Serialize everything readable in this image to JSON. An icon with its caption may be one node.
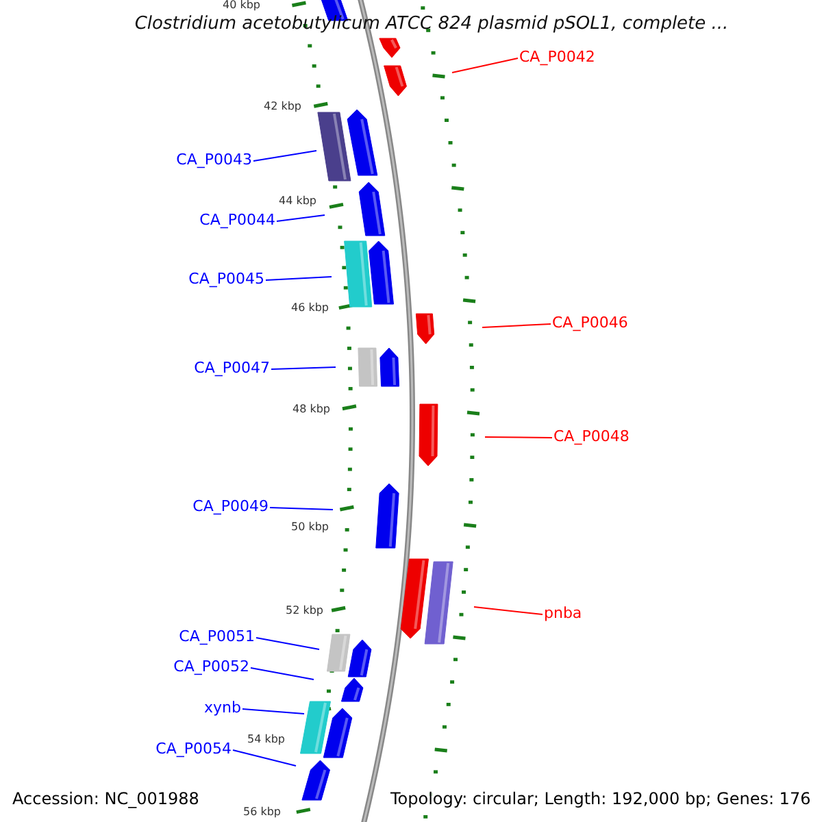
{
  "diagram": {
    "title": "Clostridium acetobutylicum ATCC 824 plasmid pSOL1, complete ...",
    "nodes": [
      {
        "text": [
          "CA_P0042"
        ]
      },
      {
        "text": [
          "CA_P0043"
        ]
      },
      {
        "text": [
          "CA_P0044"
        ]
      },
      {
        "text": [
          "CA_P0045"
        ]
      },
      {
        "text": [
          "CA_P0046"
        ]
      },
      {
        "text": [
          "CA_P0047"
        ]
      },
      {
        "text": [
          "CA_P0048"
        ]
      },
      {
        "text": [
          "CA_P0049"
        ]
      },
      {
        "text": [
          "pnba"
        ]
      },
      {
        "text": [
          "CA_P0051"
        ]
      },
      {
        "text": [
          "CA_P0052"
        ]
      },
      {
        "text": [
          "xynb"
        ]
      },
      {
        "text": [
          "CA_P0054"
        ]
      }
    ],
    "edges": [
      {
        "from": 0,
        "to": null,
        "arrow": "none",
        "color": "#ff0000"
      },
      {
        "from": 1,
        "to": null,
        "arrow": "none"
      },
      {
        "from": 2,
        "to": null,
        "arrow": "none"
      },
      {
        "from": 3,
        "to": null,
        "arrow": "none"
      },
      {
        "from": 4,
        "to": null,
        "arrow": "none",
        "color": "#ff0000"
      },
      {
        "from": 5,
        "to": null,
        "arrow": "none"
      },
      {
        "from": 6,
        "to": null,
        "arrow": "none",
        "color": "#ff0000"
      },
      {
        "from": 7,
        "to": null,
        "arrow": "none"
      },
      {
        "from": 8,
        "to": null,
        "arrow": "none",
        "color": "#ff0000"
      },
      {
        "from": 9,
        "to": null,
        "arrow": "none"
      },
      {
        "from": 10,
        "to": null,
        "arrow": "none"
      },
      {
        "from": 11,
        "to": null,
        "arrow": "none"
      },
      {
        "from": 12,
        "to": null,
        "arrow": "none"
      }
    ],
    "labels": [
      "40 kbp",
      "42 kbp",
      "44 kbp",
      "46 kbp",
      "48 kbp",
      "50 kbp",
      "52 kbp",
      "54 kbp",
      "56 kbp",
      "Accession: NC_001988",
      "Topology: circular; Length: 192,000 bp; Genes: 176"
    ]
  }
}
